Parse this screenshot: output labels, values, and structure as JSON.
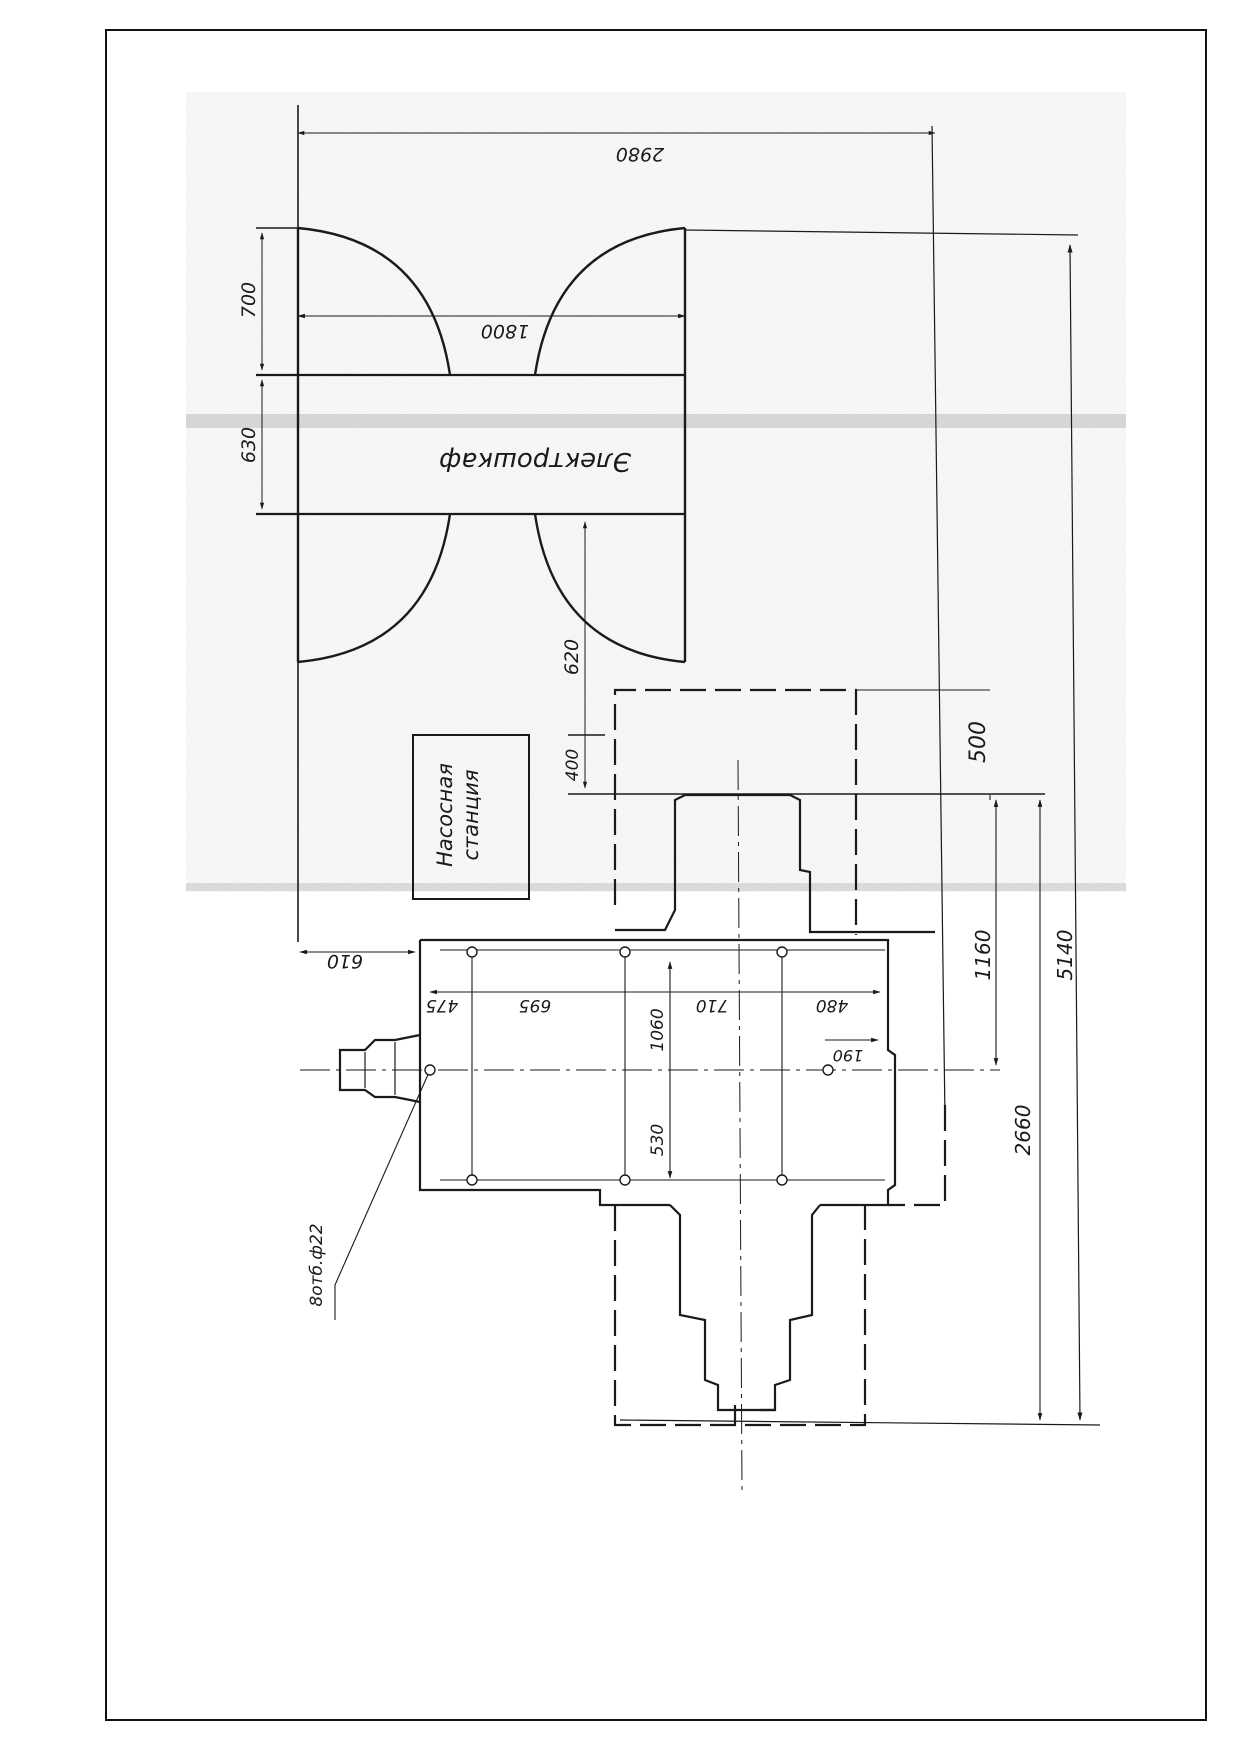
{
  "drawing": {
    "labels": {
      "cabinet": "Электрошкаф",
      "pump_station_line1": "Насосная",
      "pump_station_line2": "станция",
      "holes_note": "8отб.ф22"
    },
    "dimensions": {
      "overall_width": "2980",
      "cabinet_door_span": "1800",
      "door_swing_depth": "700",
      "cabinet_depth": "630",
      "cabinet_to_table": "620",
      "table_offset": "400",
      "table_overhang": "500",
      "left_clearance": "610",
      "bolt_edge": "475",
      "bolt_spacing_1": "695",
      "bolt_spacing_2": "710",
      "bolt_spacing_3": "480",
      "bolt_row_spacing": "1060",
      "bolt_row_half": "530",
      "axis_offset": "190",
      "slide_offset": "1160",
      "machine_length": "2660",
      "overall_length": "5140"
    }
  }
}
